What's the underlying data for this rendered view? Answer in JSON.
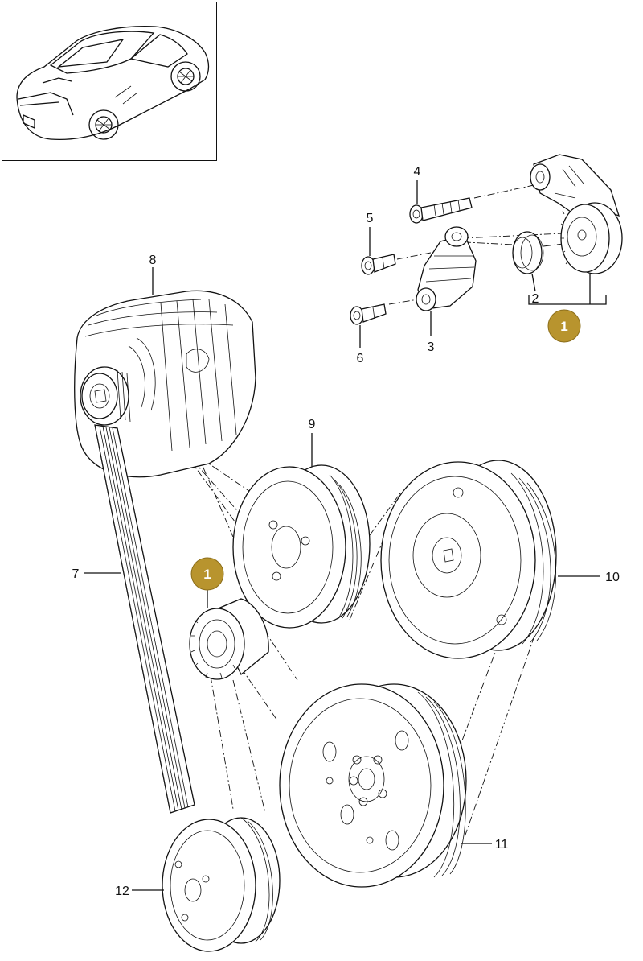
{
  "diagram": {
    "labels": {
      "l1a": "1",
      "l1b": "1",
      "l2": "2",
      "l3": "3",
      "l4": "4",
      "l5": "5",
      "l6": "6",
      "l7": "7",
      "l8": "8",
      "l9": "9",
      "l10": "10",
      "l11": "11",
      "l12": "12"
    },
    "colors": {
      "badge": "#b8942e",
      "line": "#111111"
    },
    "icons": [
      "car-thumbnail-icon"
    ]
  }
}
